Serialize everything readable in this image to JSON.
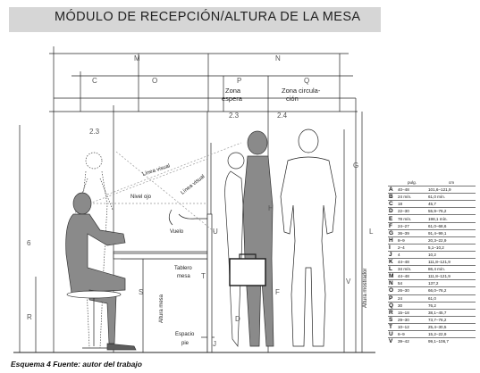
{
  "title": "MÓDULO DE RECEPCIÓN/ALTURA DE LA MESA",
  "caption": "Esquema 4 Fuente: autor del trabajo",
  "dimension_letters": {
    "M": "M",
    "N": "N",
    "O": "O",
    "P": "P",
    "Q": "Q",
    "C": "C",
    "G": "G",
    "R": "R",
    "S": "S",
    "T": "T",
    "U": "U",
    "V": "V",
    "H": "H",
    "F": "F",
    "J": "J",
    "L": "L",
    "D": "D"
  },
  "detail_refs": {
    "a": "2.3",
    "b": "2.3",
    "c": "2.4",
    "d": "6"
  },
  "labels": {
    "zona_espera": "Zona espera",
    "zona_circulacion": "Zona circula- ción",
    "linea_visual_1": "Línea visual",
    "linea_visual_2": "Línea visual",
    "nivel_ojo": "Nivel ojo",
    "vuelo": "Vuelo",
    "tablero_mesa": "Tablero mesa",
    "altura_mesa": "Altura mesa",
    "espacio_pie": "Espacio pie",
    "altura_mostrador": "Altura mostrador"
  },
  "table": {
    "headers": [
      "",
      "pulg.",
      "cm"
    ],
    "rows": [
      [
        "A",
        "40–48",
        "101,6–121,9"
      ],
      [
        "B",
        "24 mín.",
        "61,0 mín."
      ],
      [
        "C",
        "18",
        "45,7"
      ],
      [
        "D",
        "22–30",
        "55,9–76,2"
      ],
      [
        "E",
        "78 mín.",
        "198,1 mín."
      ],
      [
        "F",
        "24–27",
        "61,0–68,6"
      ],
      [
        "G",
        "36–39",
        "91,4–99,1"
      ],
      [
        "H",
        "8–9",
        "20,3–22,9"
      ],
      [
        "I",
        "2–4",
        "5,1–10,2"
      ],
      [
        "J",
        "4",
        "10,2"
      ],
      [
        "K",
        "44–48",
        "111,8–121,9"
      ],
      [
        "L",
        "34 mín.",
        "86,4 mín."
      ],
      [
        "M",
        "44–48",
        "111,8–121,9"
      ],
      [
        "N",
        "54",
        "137,2"
      ],
      [
        "O",
        "26–30",
        "66,0–76,2"
      ],
      [
        "P",
        "24",
        "61,0"
      ],
      [
        "Q",
        "30",
        "76,2"
      ],
      [
        "R",
        "15–18",
        "38,1–45,7"
      ],
      [
        "S",
        "29–30",
        "73,7–76,2"
      ],
      [
        "T",
        "10–12",
        "25,4–30,5"
      ],
      [
        "U",
        "6–9",
        "15,2–22,9"
      ],
      [
        "V",
        "39–42",
        "99,1–106,7"
      ]
    ]
  },
  "colors": {
    "figure_fill": "#8a8a8a",
    "figure_dark": "#5d5d5d",
    "line": "#222222",
    "title_bg": "#d6d6d6"
  }
}
